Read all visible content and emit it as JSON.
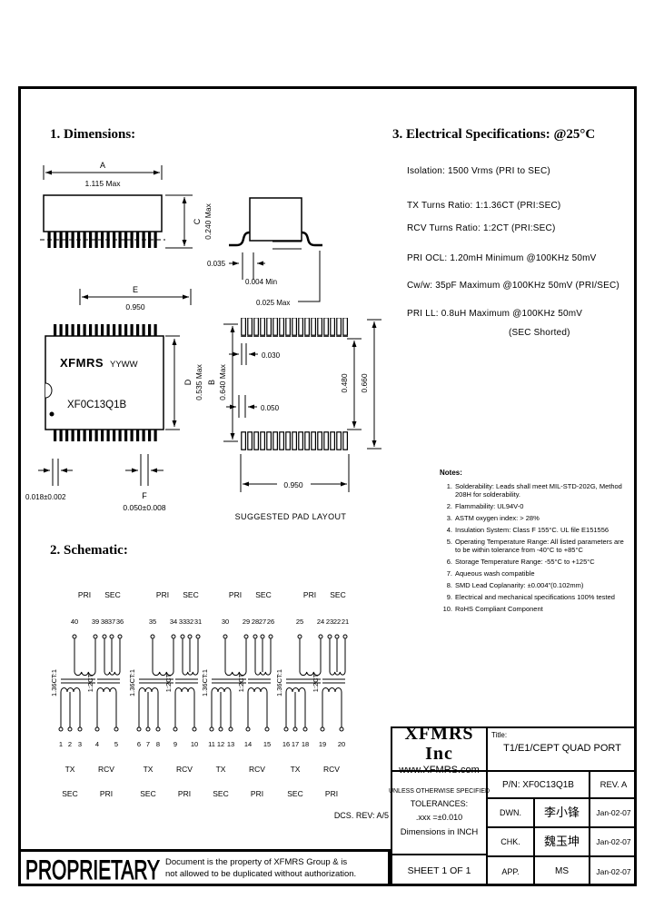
{
  "headings": {
    "dimensions": "1. Dimensions:",
    "schematic": "2. Schematic:",
    "electrical": "3. Electrical  Specifications: @25°C"
  },
  "dimensions": {
    "top_view": {
      "letter": "A",
      "value": "1.115 Max",
      "height_letter": "C",
      "height_value": "0.240 Max"
    },
    "side_view": {
      "lead_foot": "0.035",
      "standoff": "0.004 Min",
      "lead_thickness": "0.025 Max"
    },
    "front_view": {
      "letter": "E",
      "value": "0.950",
      "brand": "XFMRS",
      "date_code": "YYWW",
      "part_marking": "XF0C13Q1B",
      "inner_letter": "D",
      "inner_value": "0.535 Max",
      "outer_letter": "B",
      "outer_value": "0.640 Max"
    },
    "lead_detail": {
      "width": "0.018±0.002",
      "pitch_letter": "F",
      "pitch_value": "0.050±0.008"
    },
    "pad_layout": {
      "pad_width": "0.030",
      "pad_pitch": "0.050",
      "row_inner": "0.480",
      "row_outer": "0.660",
      "width": "0.950",
      "caption": "SUGGESTED PAD LAYOUT"
    }
  },
  "electrical": {
    "lines": [
      "Isolation:  1500 Vrms (PRI to SEC)",
      "TX Turns Ratio: 1:1.36CT (PRI:SEC)",
      "RCV Turns Ratio: 1:2CT (PRI:SEC)",
      "PRI OCL: 1.20mH Minimum @100KHz 50mV",
      "Cw/w: 35pF Maximum @100KHz 50mV (PRI/SEC)",
      "PRI LL: 0.8uH Maximum @100KHz 50mV",
      "(SEC Shorted)"
    ]
  },
  "notes": {
    "title": "Notes:",
    "items": [
      {
        "num": "1.",
        "text": "Solderability: Leads shall meet MIL-STD-202G, Method 208H for solderability."
      },
      {
        "num": "2.",
        "text": "Flammability: UL94V-0"
      },
      {
        "num": "3.",
        "text": "ASTM oxygen index: > 28%"
      },
      {
        "num": "4.",
        "text": "Insulation System: Class F 155°C. UL file E151556"
      },
      {
        "num": "5.",
        "text": "Operating Temperature Range: All listed parameters are to be within tolerance from -40°C to +85°C"
      },
      {
        "num": "6.",
        "text": "Storage Temperature Range: -55°C to +125°C"
      },
      {
        "num": "7.",
        "text": "Aqueous wash compatible"
      },
      {
        "num": "8.",
        "text": "SMD Lead Coplanarity: ±0.004\"(0.102mm)"
      },
      {
        "num": "9.",
        "text": "Electrical and mechanical specifications 100% tested"
      },
      {
        "num": "10.",
        "text": "RoHS Compliant Component"
      }
    ]
  },
  "schematic": {
    "dcs_rev": "DCS. REV: A/5",
    "groups": [
      {
        "pri_label": "PRI",
        "sec_label": "SEC",
        "top_pins": [
          "40",
          "39",
          "38",
          "37",
          "36"
        ],
        "bottom_pins": [
          "1",
          "2",
          "3",
          "4",
          "5"
        ],
        "tx_ratio": "1.36CT:1",
        "rcv_ratio": "1:2CT",
        "tx_label": "TX",
        "rcv_label": "RCV",
        "tx_winding": "SEC",
        "rcv_winding": "PRI"
      },
      {
        "pri_label": "PRI",
        "sec_label": "SEC",
        "top_pins": [
          "35",
          "34",
          "33",
          "32",
          "31"
        ],
        "bottom_pins": [
          "6",
          "7",
          "8",
          "9",
          "10"
        ],
        "tx_ratio": "1.36CT:1",
        "rcv_ratio": "1:2CT",
        "tx_label": "TX",
        "rcv_label": "RCV",
        "tx_winding": "SEC",
        "rcv_winding": "PRI"
      },
      {
        "pri_label": "PRI",
        "sec_label": "SEC",
        "top_pins": [
          "30",
          "29",
          "28",
          "27",
          "26"
        ],
        "bottom_pins": [
          "11",
          "12",
          "13",
          "14",
          "15"
        ],
        "tx_ratio": "1.36CT:1",
        "rcv_ratio": "1:2CT",
        "tx_label": "TX",
        "rcv_label": "RCV",
        "tx_winding": "SEC",
        "rcv_winding": "PRI"
      },
      {
        "pri_label": "PRI",
        "sec_label": "SEC",
        "top_pins": [
          "25",
          "24",
          "23",
          "22",
          "21"
        ],
        "bottom_pins": [
          "16",
          "17",
          "18",
          "19",
          "20"
        ],
        "tx_ratio": "1.36CT:1",
        "rcv_ratio": "1:2CT",
        "tx_label": "TX",
        "rcv_label": "RCV",
        "tx_winding": "SEC",
        "rcv_winding": "PRI"
      }
    ]
  },
  "title_block": {
    "company": "XFMRS Inc",
    "website": "www.XFMRS.com",
    "title_label": "Title:",
    "title": "T1/E1/CEPT QUAD PORT",
    "unless": "UNLESS OTHERWISE SPECIFIED",
    "tolerances_label": "TOLERANCES:",
    "tolerances_value": ".xxx =±0.010",
    "dims_in": "Dimensions in INCH",
    "sheet": "SHEET 1 OF 1",
    "pn": "P/N: XF0C13Q1B",
    "rev": "REV. A",
    "rows": [
      {
        "label": "DWN.",
        "name": "李小锋",
        "date": "Jan-02-07"
      },
      {
        "label": "CHK.",
        "name": "魏玉坤",
        "date": "Jan-02-07"
      },
      {
        "label": "APP.",
        "name": "MS",
        "date": "Jan-02-07"
      }
    ]
  },
  "proprietary": {
    "word": "PROPRIETARY",
    "line1": "Document is the property of XFMRS Group & is",
    "line2": "not allowed to be duplicated without authorization."
  }
}
